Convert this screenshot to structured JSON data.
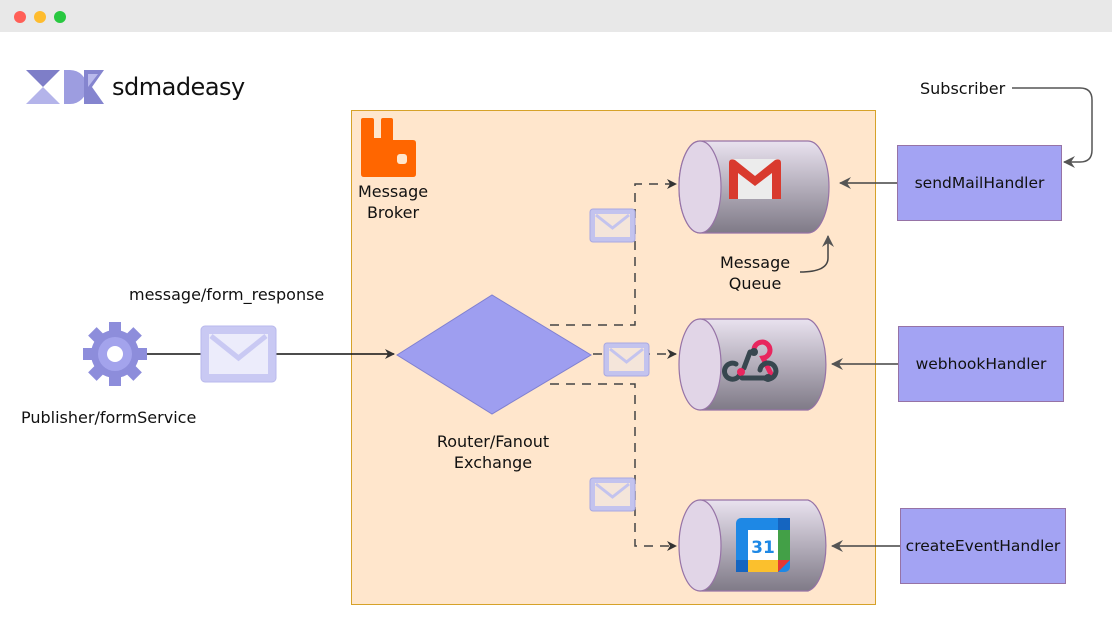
{
  "window": {
    "controls": [
      "close",
      "minimize",
      "maximize"
    ]
  },
  "logo": {
    "text": "sdmadeasy",
    "icon": "sdmadeasy-logo-icon"
  },
  "publisher": {
    "label": "Publisher/formService",
    "icon": "gear-icon"
  },
  "message": {
    "label": "message/form_response",
    "icon": "envelope-icon"
  },
  "broker": {
    "label_line1": "Message",
    "label_line2": "Broker",
    "icon": "rabbitmq-icon"
  },
  "exchange": {
    "label_line1": "Router/Fanout",
    "label_line2": "Exchange"
  },
  "queues": [
    {
      "name": "gmail-queue",
      "icon": "gmail-icon"
    },
    {
      "name": "webhook-queue",
      "icon": "webhook-icon"
    },
    {
      "name": "calendar-queue",
      "icon": "google-calendar-icon",
      "icon_text": "31"
    }
  ],
  "queue_annotation": {
    "line1": "Message",
    "line2": "Queue"
  },
  "subscriber": {
    "label": "Subscriber"
  },
  "handlers": [
    {
      "label": "sendMailHandler"
    },
    {
      "label": "webhookHandler"
    },
    {
      "label": "createEventHandler"
    }
  ],
  "colors": {
    "broker_fill": "#ffe6cc",
    "broker_border": "#d6a229",
    "handler_fill": "#a3a3f3",
    "handler_border": "#9673a6",
    "exchange_fill": "#9e9ef0",
    "rabbitmq": "#ff6600",
    "envelope": "#c6c6f2"
  }
}
